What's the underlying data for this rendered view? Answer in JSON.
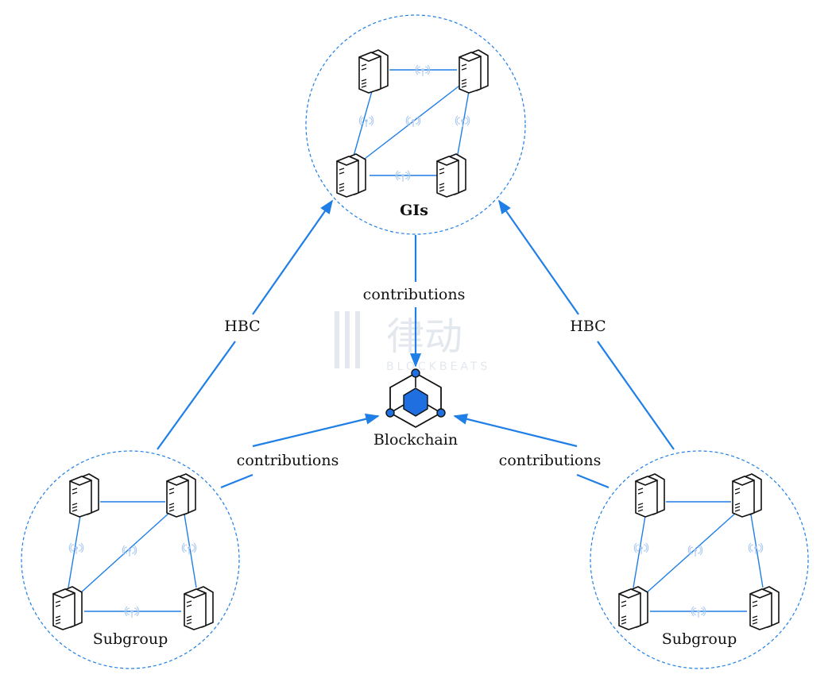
{
  "top_group": {
    "label": "GIs"
  },
  "left_group": {
    "label": "Subgroup"
  },
  "right_group": {
    "label": "Subgroup"
  },
  "center": {
    "label": "Blockchain"
  },
  "edges": {
    "left_to_top": "HBC",
    "right_to_top": "HBC",
    "top_to_center": "contributions",
    "left_to_center": "contributions",
    "right_to_center": "contributions"
  },
  "watermark": {
    "mark": "律动",
    "sub": "BLOCKBEATS"
  },
  "colors": {
    "accent": "#1f7fe6",
    "wifi": "#a8c8ee",
    "hex_fill": "#1f6fe0",
    "watermark": "#e3e8ef"
  }
}
